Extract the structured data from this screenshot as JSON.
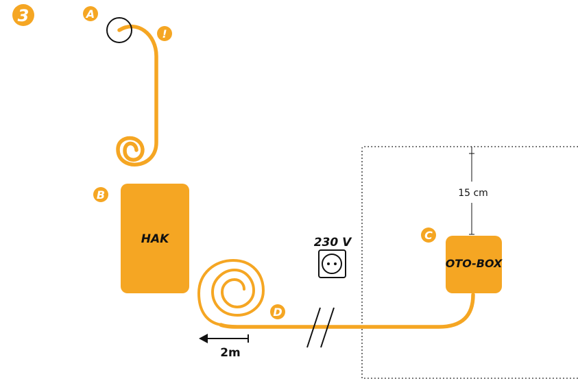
{
  "step": "3",
  "markers": {
    "a": "A",
    "b": "B",
    "c": "C",
    "d": "D",
    "warning": "!"
  },
  "boxes": {
    "hak": "HAK",
    "oto_box": "OTO-BOX"
  },
  "socket_label": "230 V",
  "spacing_label": "15 cm",
  "length_label": "2m",
  "colors": {
    "orange": "#f5a623",
    "text": "#111111",
    "white": "#ffffff"
  },
  "icons": {
    "socket": "power-socket-icon",
    "arrow": "left-arrow-icon"
  }
}
